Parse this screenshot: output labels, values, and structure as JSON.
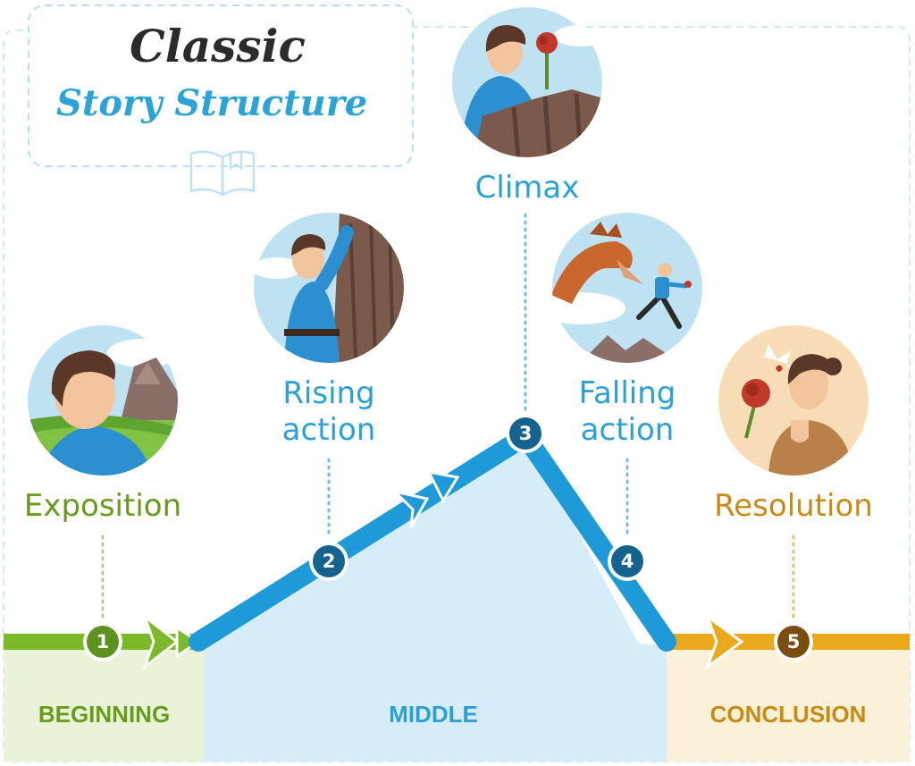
{
  "title": {
    "line1": "Classic",
    "line2": "Story Structure"
  },
  "stages": [
    {
      "number": "1",
      "label": "Exposition"
    },
    {
      "number": "2",
      "label_line1": "Rising",
      "label_line2": "action"
    },
    {
      "number": "3",
      "label": "Climax"
    },
    {
      "number": "4",
      "label_line1": "Falling",
      "label_line2": "action"
    },
    {
      "number": "5",
      "label": "Resolution"
    }
  ],
  "sections": {
    "beginning": "BEGINNING",
    "middle": "MIDDLE",
    "conclusion": "CONCLUSION"
  },
  "colors": {
    "green": "#7cb928",
    "green_text": "#6a9a1c",
    "green_bg": "#e9f3d7",
    "blue": "#1f9ad9",
    "blue_text": "#2aa0d8",
    "blue_bg": "#d6edf9",
    "blue_dark": "#14628e",
    "gold": "#e9a91a",
    "gold_text": "#c98a14",
    "gold_bg": "#fbf0d8",
    "brown": "#7a4e0f",
    "frame": "#a9d7ec"
  },
  "icons": [
    "book-icon",
    "exposition-illustration",
    "rising-action-illustration",
    "climax-illustration",
    "falling-action-illustration",
    "resolution-illustration"
  ]
}
